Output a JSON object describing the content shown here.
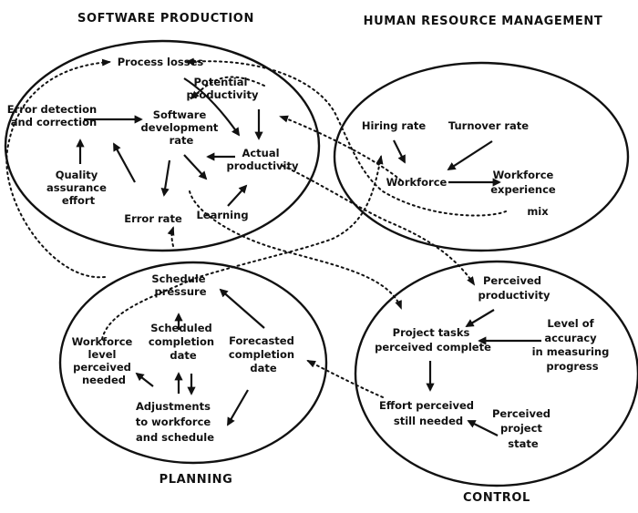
{
  "sections": {
    "software_production": "SOFTWARE PRODUCTION",
    "human_resource_management": "HUMAN RESOURCE MANAGEMENT",
    "planning": "PLANNING",
    "control": "CONTROL"
  },
  "nodes": {
    "process_losses": [
      "Process losses"
    ],
    "potential_productivity": [
      "Potential",
      "productivity"
    ],
    "error_detection": [
      "Error detection",
      "and correction"
    ],
    "software_dev_rate": [
      "Software",
      "development",
      "rate"
    ],
    "actual_productivity": [
      "Actual",
      "productivity"
    ],
    "quality_assurance": [
      "Quality",
      "assurance",
      "effort"
    ],
    "error_rate": [
      "Error rate"
    ],
    "learning": [
      "Learning"
    ],
    "hiring_rate": [
      "Hiring rate"
    ],
    "turnover_rate": [
      "Turnover rate"
    ],
    "workforce": [
      "Workforce"
    ],
    "workforce_experience_mix": [
      "Workforce",
      "experience",
      "mix"
    ],
    "schedule_pressure": [
      "Schedule",
      "pressure"
    ],
    "scheduled_completion": [
      "Scheduled",
      "completion",
      "date"
    ],
    "forecasted_completion": [
      "Forecasted",
      "completion",
      "date"
    ],
    "workforce_level_needed": [
      "Workforce",
      "level",
      "perceived",
      "needed"
    ],
    "adjustments": [
      "Adjustments",
      "to workforce",
      "and schedule"
    ],
    "perceived_productivity": [
      "Perceived",
      "productivity"
    ],
    "project_tasks": [
      "Project tasks",
      "perceived complete"
    ],
    "level_of_accuracy": [
      "Level of",
      "accuracy",
      "in measuring",
      "progress"
    ],
    "effort_perceived": [
      "Effort perceived",
      "still needed"
    ],
    "perceived_project_state": [
      "Perceived",
      "project",
      "state"
    ]
  }
}
